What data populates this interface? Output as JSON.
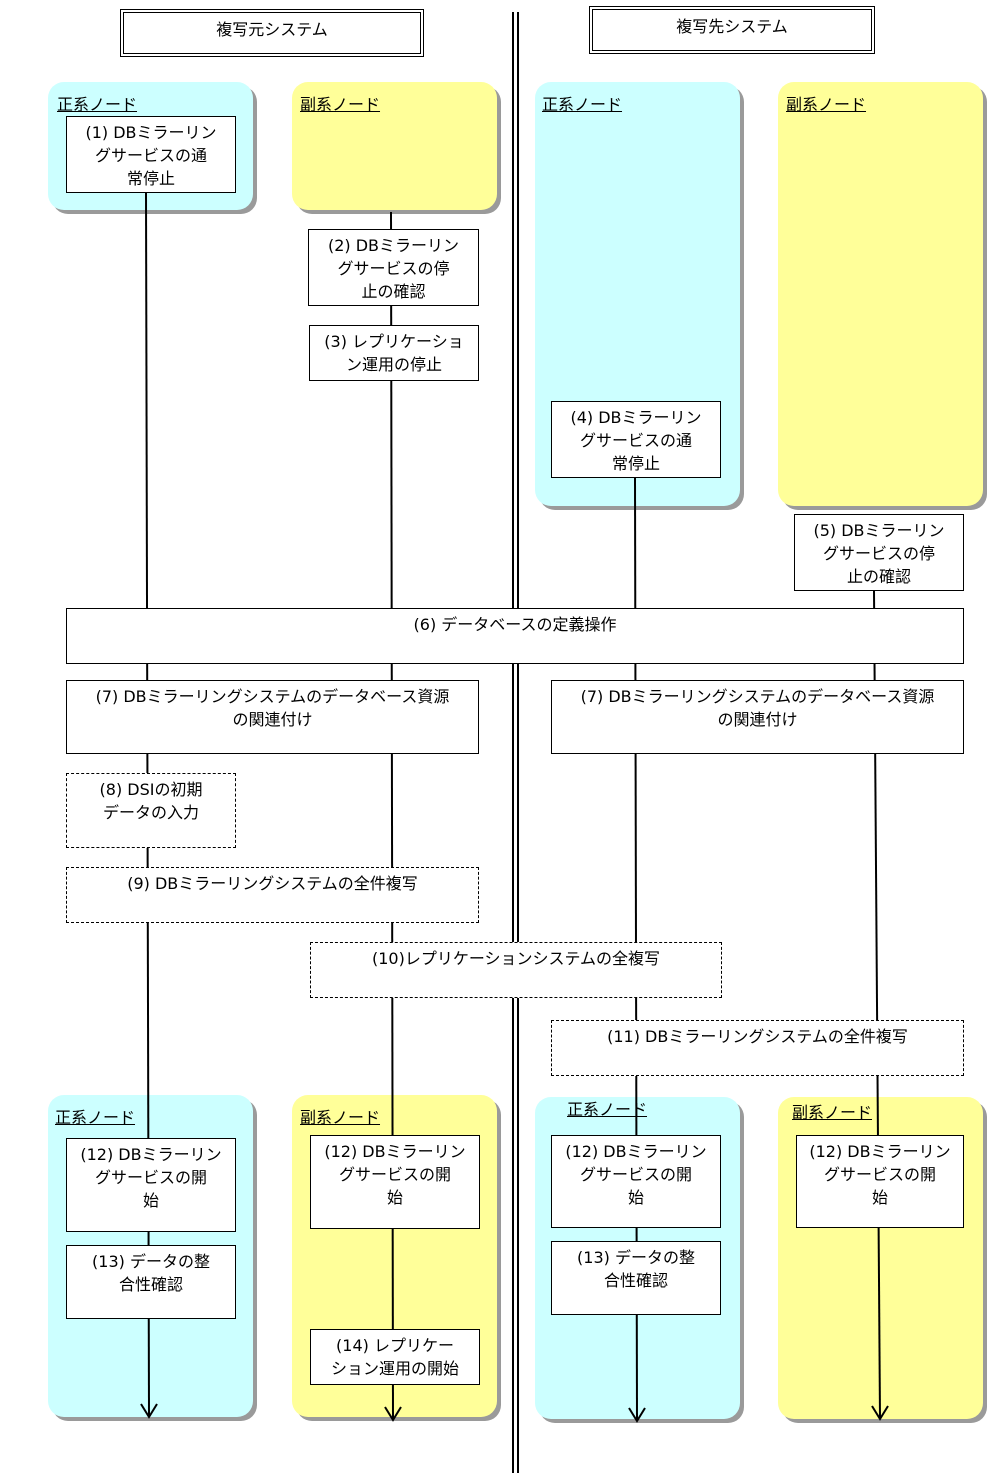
{
  "systems": {
    "source": "複写元システム",
    "target": "複写先システム"
  },
  "node_labels": {
    "primary": "正系ノード",
    "secondary": "副系ノード"
  },
  "steps": {
    "s1": "(1) DBミラーリン\nグサービスの通\n常停止",
    "s2": "(2) DBミラーリン\nグサービスの停\n止の確認",
    "s3": "(3) レプリケーショ\nン運用の停止",
    "s4": "(4) DBミラーリン\nグサービスの通\n常停止",
    "s5": "(5) DBミラーリン\nグサービスの停\n止の確認",
    "s6": "(6) データベースの定義操作",
    "s7a": "(7) DBミラーリングシステムのデータベース資源\nの関連付け",
    "s7b": "(7) DBミラーリングシステムのデータベース資源\nの関連付け",
    "s8": "(8) DSIの初期\nデータの入力",
    "s9": "(9) DBミラーリングシステムの全件複写",
    "s10": "(10)レプリケーションシステムの全複写",
    "s11": "(11) DBミラーリングシステムの全件複写",
    "s12a": "(12) DBミラーリン\nグサービスの開\n始",
    "s12b": "(12) DBミラーリン\nグサービスの開\n始",
    "s12c": "(12) DBミラーリン\nグサービスの開\n始",
    "s12d": "(12) DBミラーリン\nグサービスの開\n始",
    "s13a": "(13) データの整\n合性確認",
    "s13b": "(13) データの整\n合性確認",
    "s14": "(14) レプリケー\nション運用の開始"
  },
  "colors": {
    "primary_node": "#ccffff",
    "secondary_node": "#ffff99",
    "shadow": "#9a9a9a"
  }
}
